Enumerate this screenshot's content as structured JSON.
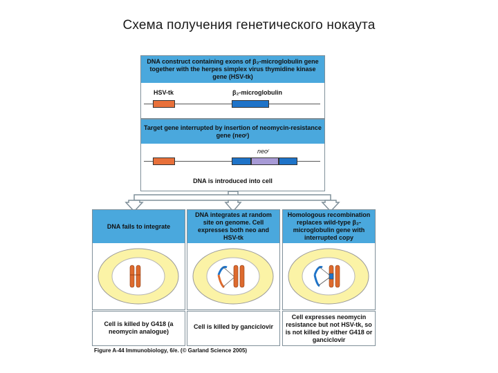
{
  "slide_title": "Схема получения генетического нокаута",
  "construct": {
    "header": "DNA construct containing exons of β₂-microglobulin gene together with the herpes simplex virus thymidine kinase gene (HSV-tk)",
    "label_tk": "HSV-tk",
    "label_b2m": "β₂-microglobulin"
  },
  "target": {
    "header": "Target gene interrupted by insertion of neomycin-resistance gene (neoʳ)",
    "label_neo": "neoʳ",
    "note": "DNA is introduced into cell"
  },
  "outcomes": [
    {
      "header": "DNA fails to integrate",
      "result": "Cell is killed by G418 (a neomycin analogue)"
    },
    {
      "header": "DNA integrates at random site on genome. Cell expresses both neo and HSV-tk",
      "result": "Cell is killed by ganciclovir"
    },
    {
      "header": "Homologous recombination replaces wild-type β₂-microglobulin gene with interrupted copy",
      "result": "Cell expresses neomycin resistance but not HSV-tk, so is not killed by either G418 or ganciclovir"
    }
  ],
  "figure_credit": "Figure A-44 Immunobiology, 6/e. (© Garland Science 2005)",
  "colors": {
    "header_blue": "#4aa8dd",
    "hsvtk_orange": "#e8703a",
    "b2m_blue": "#1e73c8",
    "neo_purple": "#a79ad6",
    "cell_yellow": "#fbf3a6",
    "nucleus_fill": "#ffffff",
    "chromosome_orange": "#dd6a2e"
  }
}
